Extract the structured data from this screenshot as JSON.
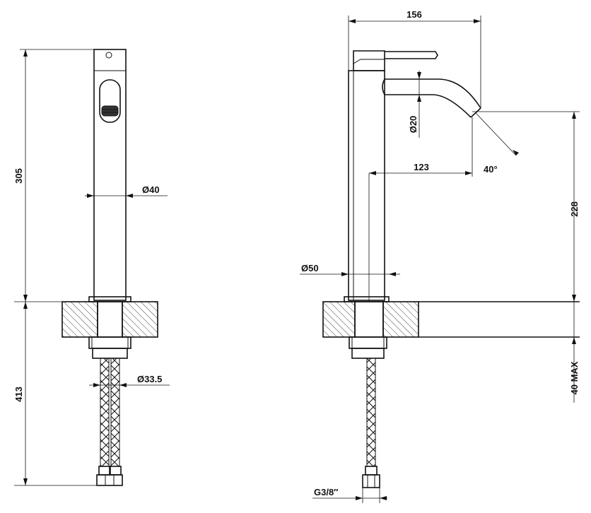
{
  "dimensions": {
    "front_height": "305",
    "front_body_diameter": "Ø40",
    "front_below_counter": "413",
    "front_hose_diameter": "Ø33.5",
    "side_width": "156",
    "side_spout_diameter": "Ø20",
    "side_reach": "123",
    "side_angle": "40°",
    "side_spout_height": "228",
    "side_body_diameter": "Ø50",
    "side_counter_max": "40 MAX",
    "side_thread": "G3/8″"
  }
}
